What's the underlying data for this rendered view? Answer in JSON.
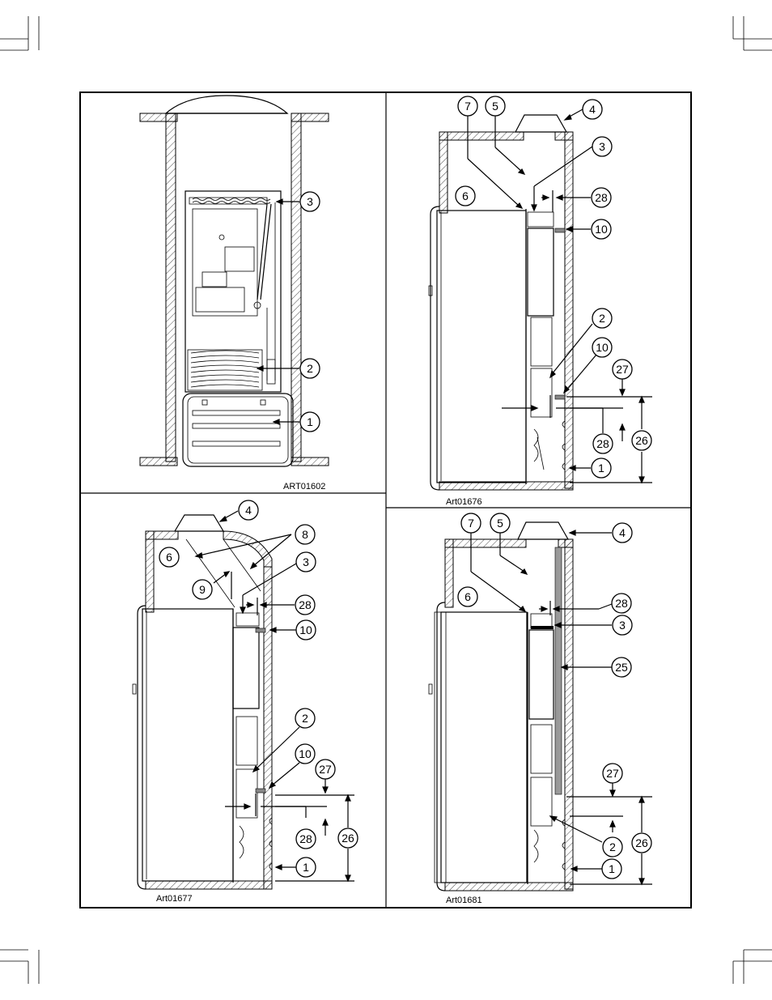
{
  "panels": [
    {
      "id": "top-left",
      "art_label": "ART01602",
      "callouts": [
        "3",
        "2",
        "1"
      ]
    },
    {
      "id": "top-right",
      "art_label": "Art01676",
      "callouts": [
        "7",
        "5",
        "4",
        "3",
        "6",
        "28",
        "10",
        "2",
        "10",
        "27",
        "26",
        "28",
        "1"
      ]
    },
    {
      "id": "bottom-left",
      "art_label": "Art01677",
      "callouts": [
        "4",
        "8",
        "6",
        "3",
        "9",
        "28",
        "10",
        "2",
        "10",
        "27",
        "26",
        "28",
        "1"
      ]
    },
    {
      "id": "bottom-right",
      "art_label": "Art01681",
      "callouts": [
        "7",
        "5",
        "4",
        "6",
        "28",
        "3",
        "25",
        "27",
        "26",
        "2",
        "1"
      ]
    }
  ]
}
